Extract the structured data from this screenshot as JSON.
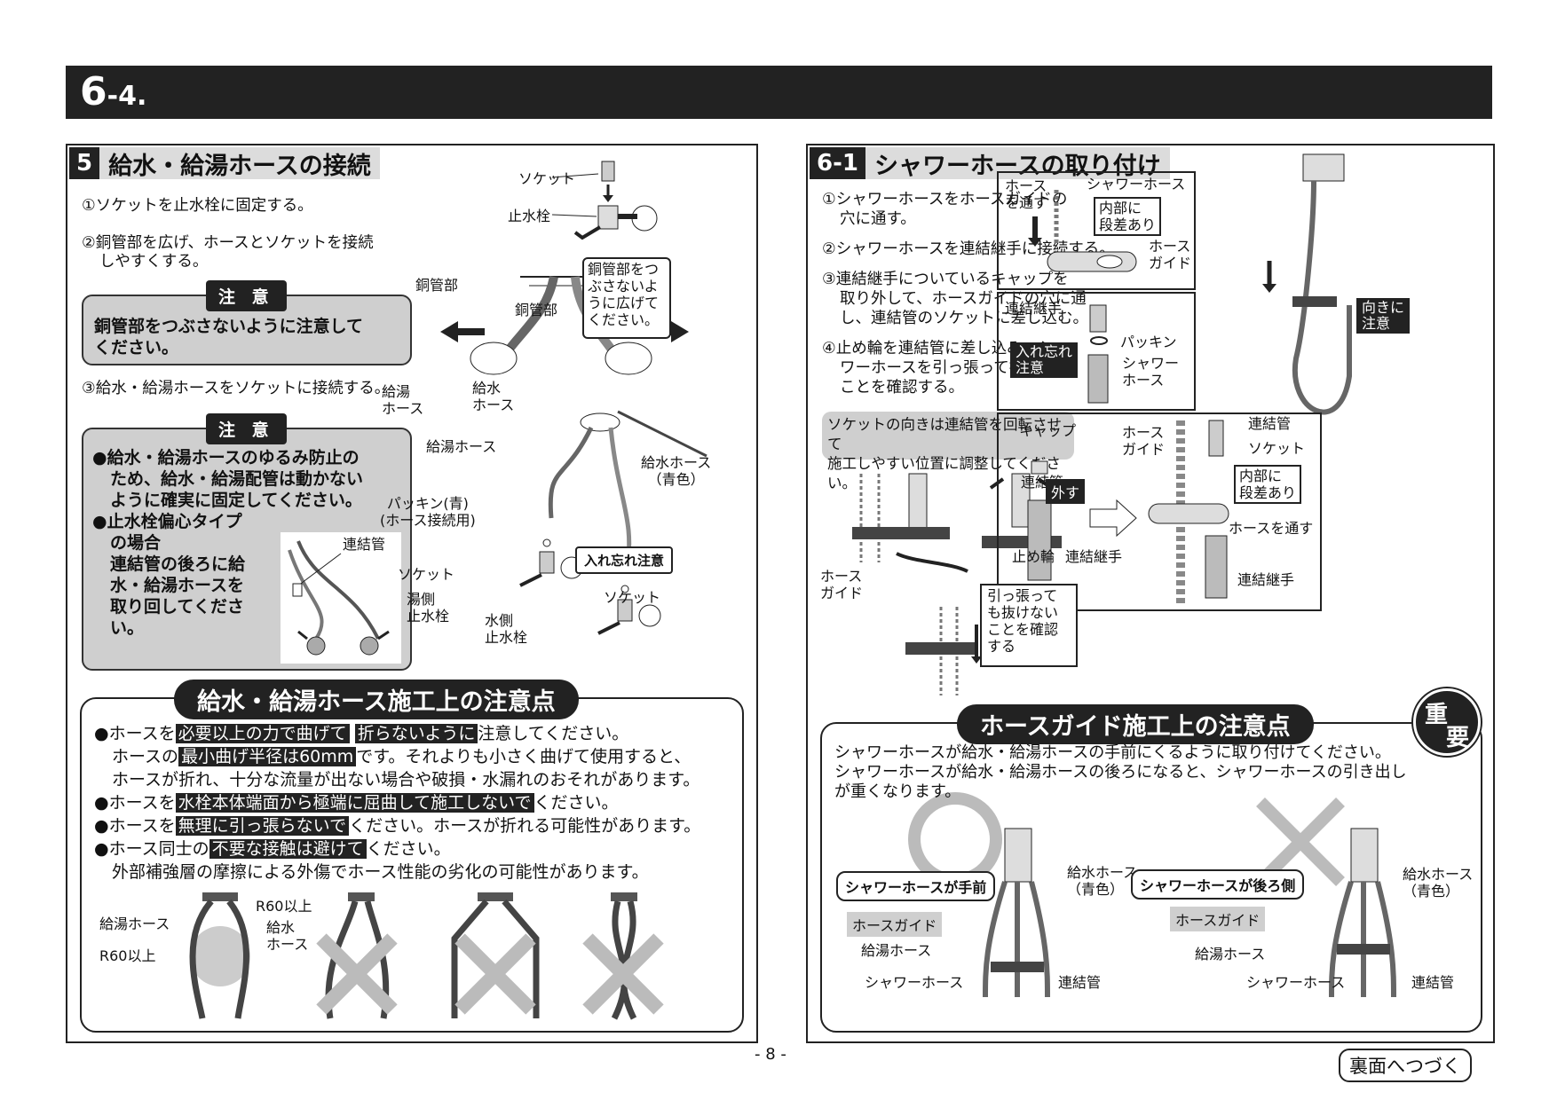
{
  "header": {
    "section_main": "6",
    "section_sub": "-4."
  },
  "left": {
    "sec_num": "5",
    "sec_title": "給水・給湯ホースの接続",
    "step1": "①ソケットを止水栓に固定する。",
    "step2_line1": "②銅管部を広げ、ホースとソケットを接続",
    "step2_line2": "しやすくする。",
    "caution_label": "注 意",
    "caution1_line1": "銅管部をつぶさないように注意して",
    "caution1_line2": "ください。",
    "step3": "③給水・給湯ホースをソケットに接続する。",
    "caution2_b1_l1": "●給水・給湯ホースのゆるみ防止の",
    "caution2_b1_l2": "ため、給水・給湯配管は動かない",
    "caution2_b1_l3": "ように確実に固定してください。",
    "caution2_b2_l1": "●止水栓偏心タイプ",
    "caution2_b2_l2": "の場合",
    "caution2_b2_l3": "連結管の後ろに給",
    "caution2_b2_l4": "水・給湯ホースを",
    "caution2_b2_l5": "取り回してくださ",
    "caution2_b2_l6": "い。",
    "inset_label": "連結管",
    "fig": {
      "socket": "ソケット",
      "stop_valve": "止水栓",
      "copper1": "銅管部",
      "copper2": "銅管部",
      "callout_l1": "銅管部をつ",
      "callout_l2": "ぶさないよ",
      "callout_l3": "うに広げて",
      "callout_l4": "ください。",
      "hot_hose_a1": "給湯",
      "hot_hose_a2": "ホース",
      "cold_hose_a1": "給水",
      "cold_hose_a2": "ホース",
      "hot_hose": "給湯ホース",
      "cold_hose_1": "給水ホース",
      "cold_hose_2": "（青色）",
      "packing_1": "パッキン(青)",
      "packing_2": "(ホース接続用)",
      "socket2": "ソケット",
      "hot_valve_1": "湯側",
      "hot_valve_2": "止水栓",
      "cold_valve_1": "水側",
      "cold_valve_2": "止水栓",
      "forget": "入れ忘れ注意",
      "socket3": "ソケット"
    },
    "notes_title": "給水・給湯ホース施工上の注意点",
    "n1_pre": "●ホースを",
    "n1_hl1": "必要以上の力で曲げて",
    "n1_hl2": "折らないように",
    "n1_post": "注意してください。",
    "n2_pre": "ホースの",
    "n2_hl": "最小曲げ半径は60mm",
    "n2_post": "です。それよりも小さく曲げて使用すると、",
    "n3": "ホースが折れ、十分な流量が出ない場合や破損・水漏れのおそれがあります。",
    "n4_pre": "●ホースを",
    "n4_hl": "水栓本体端面から極端に屈曲して施工しないで",
    "n4_post": "ください。",
    "n5_pre": "●ホースを",
    "n5_hl": "無理に引っ張らないで",
    "n5_post": "ください。ホースが折れる可能性があります。",
    "n6_pre": "●ホース同士の",
    "n6_hl": "不要な接触は避けて",
    "n6_post": "ください。",
    "n7": "外部補強層の摩擦による外傷でホース性能の劣化の可能性があります。",
    "bend": {
      "hot": "給湯ホース",
      "r60a": "R60以上",
      "cold1": "給水",
      "cold2": "ホース",
      "r60b": "R60以上"
    }
  },
  "right": {
    "sec_num": "6-1",
    "sec_title": "シャワーホースの取り付け",
    "s1_l1": "①シャワーホースをホースガイドの",
    "s1_l2": "穴に通す。",
    "s2": "②シャワーホースを連結継手に接続する。",
    "s3_l1": "③連結継手についているキャップを",
    "s3_l2": "取り外して、ホースガイドの穴に通",
    "s3_l3": "し、連結管のソケットに差し込む。",
    "s4_l1": "④止め輪を連結管に差し込み、シャ",
    "s4_l2": "ワーホースを引っ張って抜けない",
    "s4_l3": "ことを確認する。",
    "tip_l1": "ソケットの向きは連結管を回転させて",
    "tip_l2": "施工しやすい位置に調整してください。",
    "fig": {
      "guide1": "ホース",
      "guide2": "ガイド",
      "connpipe": "連結管",
      "stopring": "止め輪",
      "pull_l1": "引っ張って",
      "pull_l2": "も抜けない",
      "pull_l3": "ことを確認",
      "pull_l4": "する",
      "a_thru1": "ホース",
      "a_thru2": "を通す",
      "a_shower": "シャワーホース",
      "a_inner1": "内部に",
      "a_inner2": "段差あり",
      "a_guide1": "ホース",
      "a_guide2": "ガイド",
      "b_joint": "連結継手",
      "b_forget1": "入れ忘れ",
      "b_forget2": "注意",
      "b_packing": "パッキン",
      "b_shower1": "シャワー",
      "b_shower2": "ホース",
      "orient1": "向きに",
      "orient2": "注意",
      "c_cap": "キャップ",
      "c_remove": "外す",
      "c_joint": "連結継手",
      "c_guide1": "ホース",
      "c_guide2": "ガイド",
      "c_connpipe": "連結管",
      "c_socket": "ソケット",
      "c_inner1": "内部に",
      "c_inner2": "段差あり",
      "c_thru": "ホースを通す",
      "c_joint2": "連結継手"
    },
    "notes_title": "ホースガイド施工上の注意点",
    "important_1": "重",
    "important_2": "要",
    "g1": "シャワーホースが給水・給湯ホースの手前にくるように取り付けてください。",
    "g2": "シャワーホースが給水・給湯ホースの後ろになると、シャワーホースの引き出し",
    "g3": "が重くなります。",
    "ok": {
      "tag": "シャワーホースが手前",
      "cold1": "給水ホース",
      "cold2": "（青色）",
      "guide": "ホースガイド",
      "hot": "給湯ホース",
      "shower": "シャワーホース",
      "connpipe": "連結管"
    },
    "ng": {
      "tag": "シャワーホースが後ろ側",
      "cold1": "給水ホース",
      "cold2": "（青色）",
      "guide": "ホースガイド",
      "hot": "給湯ホース",
      "shower": "シャワーホース",
      "connpipe": "連結管"
    }
  },
  "footer": {
    "page": "- 8 -",
    "continue": "裏面へつづく"
  }
}
